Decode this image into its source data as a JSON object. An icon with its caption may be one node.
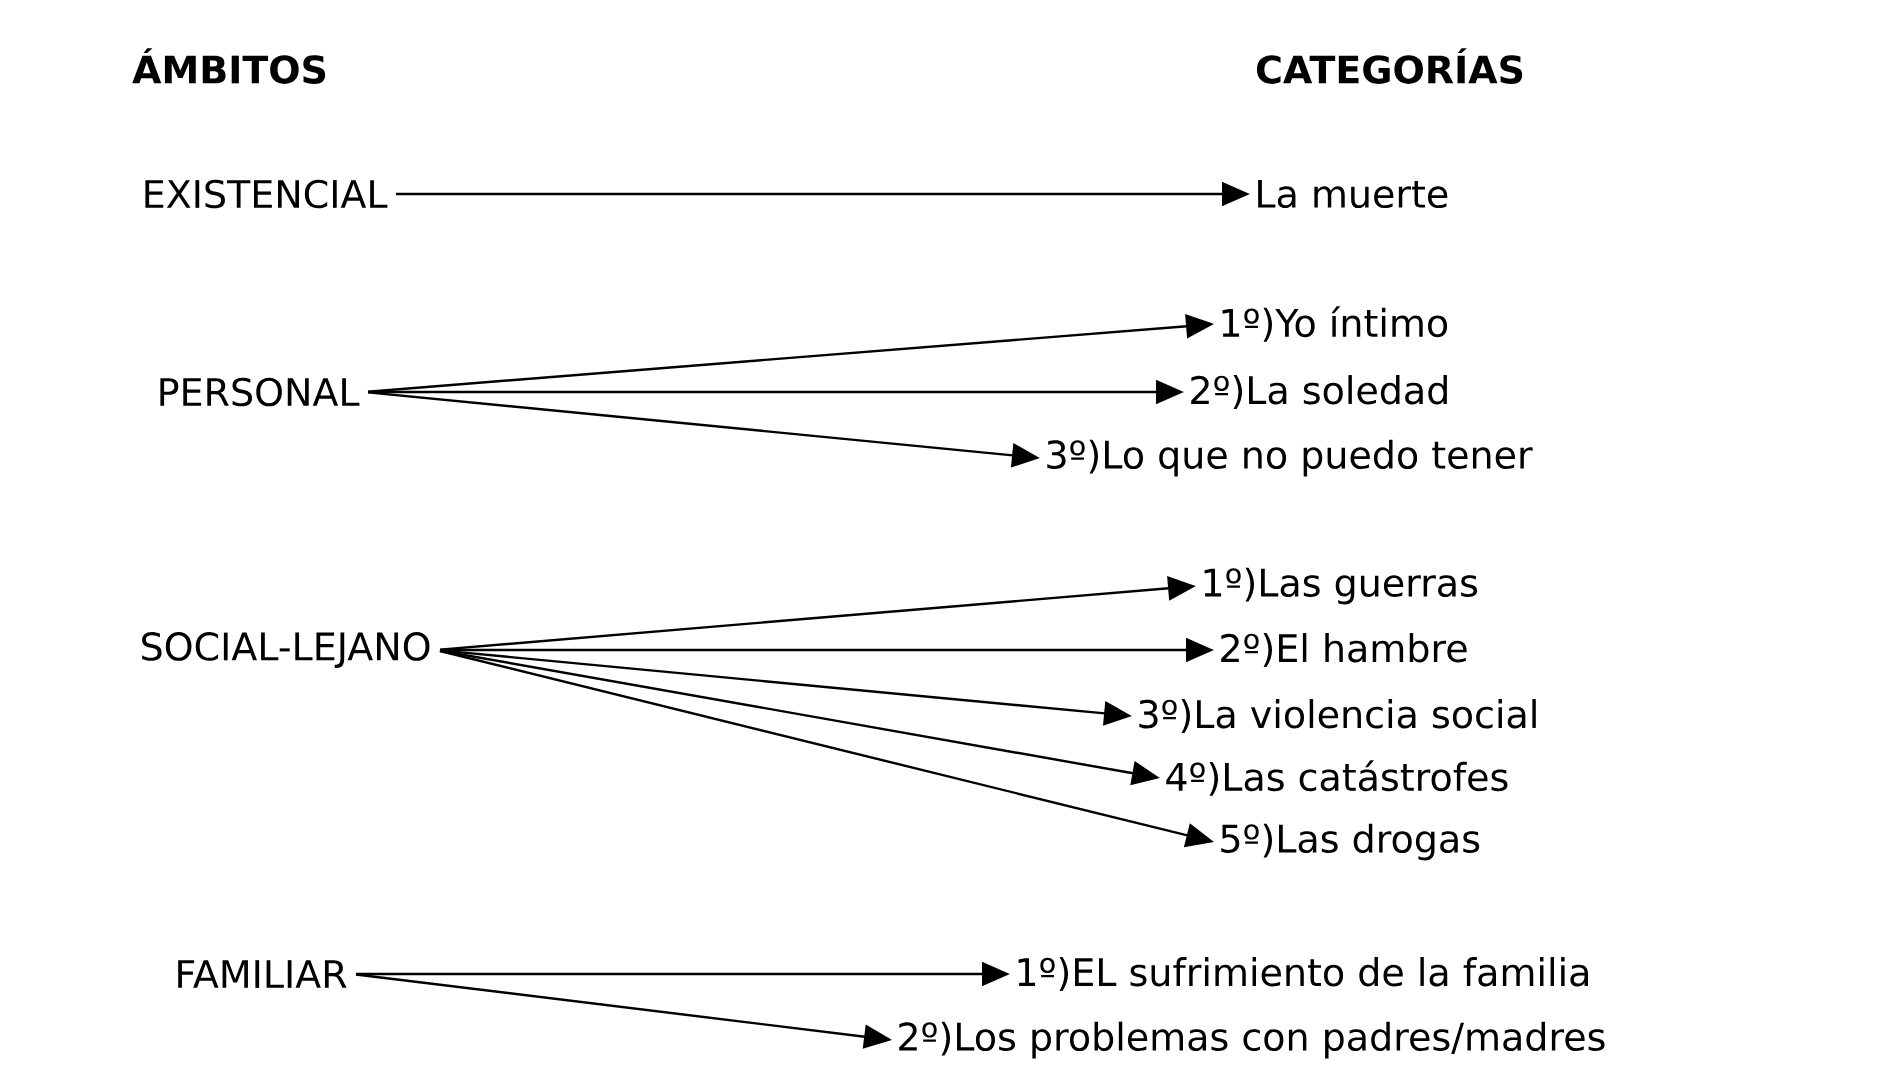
{
  "diagram": {
    "nodes": [
      {
        "text": [
          "EXISTENCIAL"
        ]
      },
      {
        "text": [
          "La muerte"
        ]
      },
      {
        "text": [
          "PERSONAL"
        ]
      },
      {
        "text": [
          "1º)Yo íntimo"
        ]
      },
      {
        "text": [
          "2º)La soledad"
        ]
      },
      {
        "text": [
          "3º)Lo que no puedo tener"
        ]
      },
      {
        "text": [
          "SOCIAL-LEJANO"
        ]
      },
      {
        "text": [
          "1º)Las guerras"
        ]
      },
      {
        "text": [
          "2º)El hambre"
        ]
      },
      {
        "text": [
          "3º)La violencia social"
        ]
      },
      {
        "text": [
          "4º)Las catástrofes"
        ]
      },
      {
        "text": [
          "5º)Las drogas"
        ]
      },
      {
        "text": [
          "FAMILIAR"
        ]
      },
      {
        "text": [
          "1º)EL sufrimiento de la familia"
        ]
      },
      {
        "text": [
          "2º)Los problemas con padres/madres"
        ]
      }
    ],
    "edges": [
      {
        "from": 0,
        "to": 1,
        "arrow": "to"
      },
      {
        "from": 2,
        "to": 3,
        "arrow": "to"
      },
      {
        "from": 2,
        "to": 4,
        "arrow": "to"
      },
      {
        "from": 2,
        "to": 5,
        "arrow": "to"
      },
      {
        "from": 6,
        "to": 7,
        "arrow": "to"
      },
      {
        "from": 6,
        "to": 8,
        "arrow": "to"
      },
      {
        "from": 6,
        "to": 9,
        "arrow": "to"
      },
      {
        "from": 6,
        "to": 10,
        "arrow": "to"
      },
      {
        "from": 6,
        "to": 11,
        "arrow": "to"
      },
      {
        "from": 12,
        "to": 13,
        "arrow": "to"
      },
      {
        "from": 12,
        "to": 14,
        "arrow": "to"
      }
    ],
    "labels": [
      "ÁMBITOS",
      "CATEGORÍAS"
    ]
  }
}
